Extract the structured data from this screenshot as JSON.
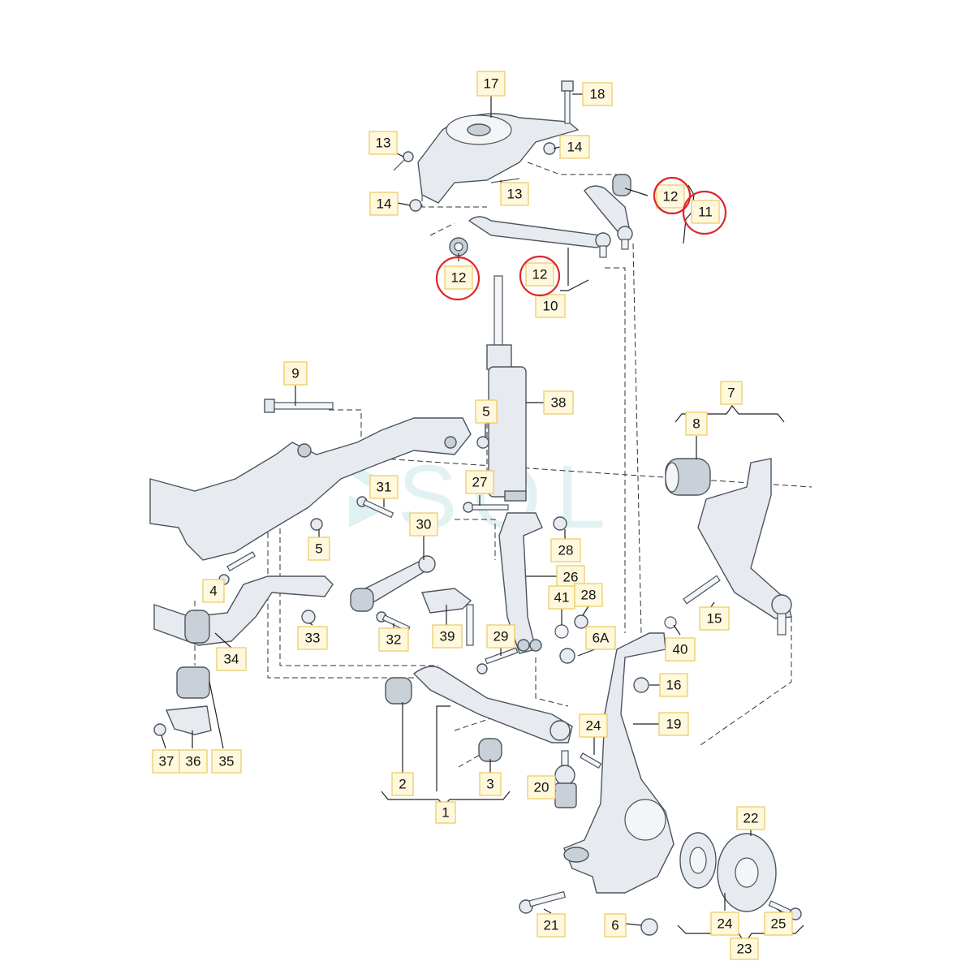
{
  "callouts": [
    "17",
    "18",
    "13",
    "14",
    "13",
    "14",
    "12",
    "11",
    "12",
    "12",
    "10",
    "9",
    "5",
    "38",
    "7",
    "8",
    "31",
    "27",
    "30",
    "5",
    "28",
    "26",
    "4",
    "41",
    "28",
    "6A",
    "33",
    "32",
    "39",
    "29",
    "40",
    "15",
    "34",
    "16",
    "35",
    "24",
    "19",
    "37",
    "36",
    "2",
    "3",
    "1",
    "20",
    "22",
    "21",
    "6",
    "24",
    "25",
    "23"
  ],
  "highlighted": [
    "12",
    "12",
    "12",
    "11"
  ],
  "watermark": "SOL"
}
